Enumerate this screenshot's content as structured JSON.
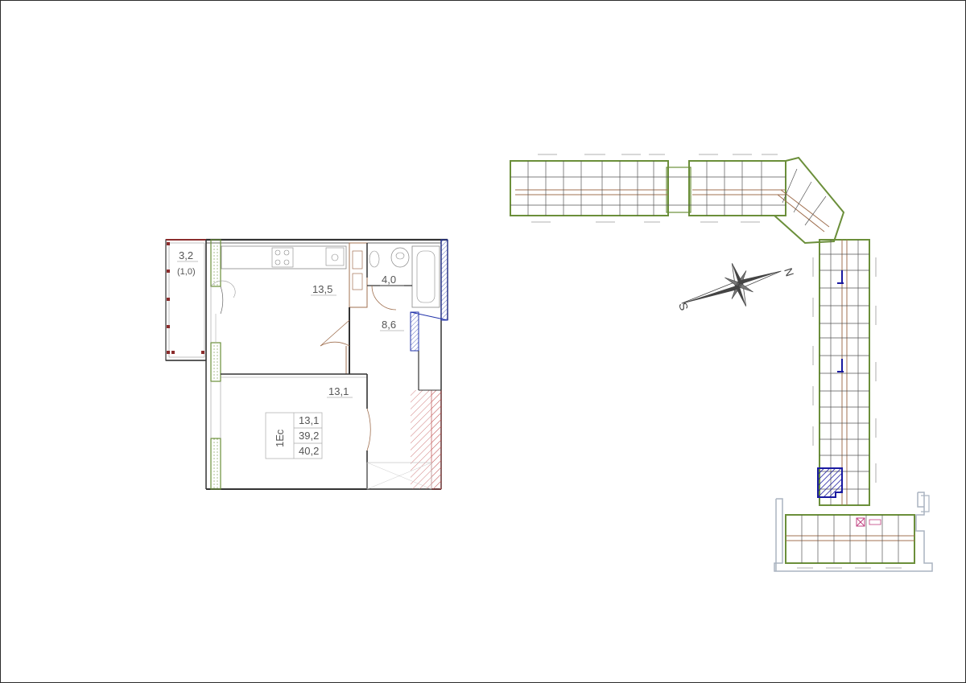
{
  "plan": {
    "rooms": {
      "balcony_area": "3,2",
      "balcony_area_reduced": "(1,0)",
      "kitchen_area": "13,5",
      "bathroom_area": "4,0",
      "hall_area": "8,6",
      "room_area": "13,1"
    },
    "stamp": {
      "type": "1Ес",
      "living": "13,1",
      "total": "39,2",
      "total_with_balcony": "40,2"
    }
  },
  "compass": {
    "south": "S",
    "north": "N"
  },
  "colors": {
    "wall": "#333333",
    "wall_green": "#6b8f3a",
    "wall_red": "#8b2c2c",
    "highlight": "#1a1aa0",
    "hatch_red": "#c05050",
    "blue_wall": "#2233aa"
  }
}
